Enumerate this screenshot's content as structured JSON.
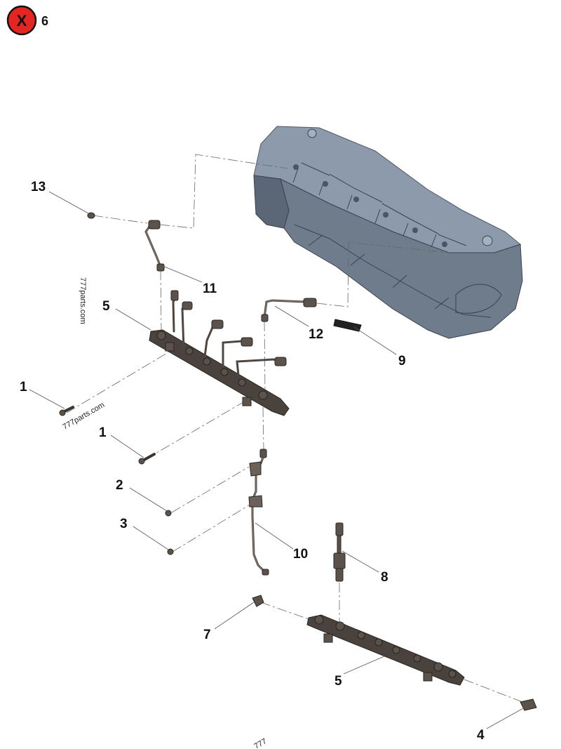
{
  "header": {
    "page_number": "6",
    "close_icon_glyph": "X",
    "close_color": "#e52521"
  },
  "watermarks": [
    "777parts.com",
    "777parts.com",
    "777"
  ],
  "callouts": [
    {
      "id": "13",
      "label": "13"
    },
    {
      "id": "11",
      "label": "11"
    },
    {
      "id": "5a",
      "label": "5"
    },
    {
      "id": "12",
      "label": "12"
    },
    {
      "id": "9",
      "label": "9"
    },
    {
      "id": "1a",
      "label": "1"
    },
    {
      "id": "1b",
      "label": "1"
    },
    {
      "id": "2",
      "label": "2"
    },
    {
      "id": "3",
      "label": "3"
    },
    {
      "id": "10",
      "label": "10"
    },
    {
      "id": "8",
      "label": "8"
    },
    {
      "id": "7",
      "label": "7"
    },
    {
      "id": "5b",
      "label": "5"
    },
    {
      "id": "4",
      "label": "4"
    }
  ]
}
